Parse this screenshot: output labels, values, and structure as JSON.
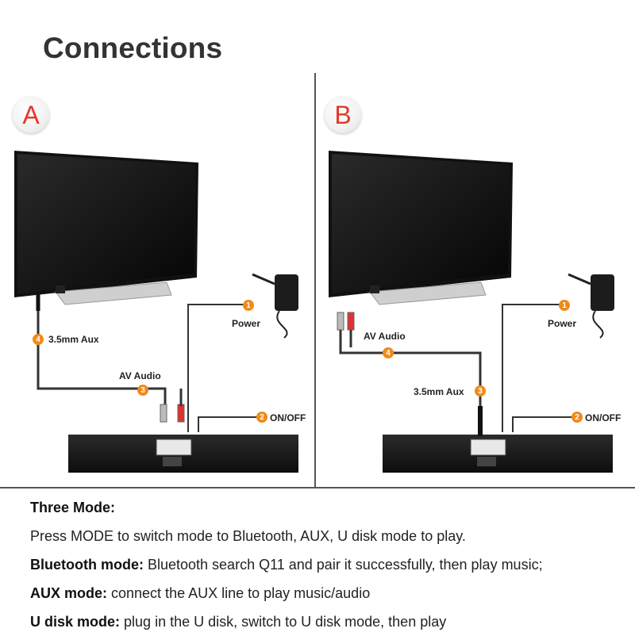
{
  "title": "Connections",
  "panels": [
    {
      "letter": "A",
      "labels": {
        "aux": "3.5mm Aux",
        "av": "AV Audio",
        "power": "Power",
        "onoff": "ON/OFF"
      },
      "badges": {
        "aux": "4",
        "av": "3",
        "power": "1",
        "onoff": "2"
      }
    },
    {
      "letter": "B",
      "labels": {
        "av": "AV Audio",
        "aux": "3.5mm Aux",
        "power": "Power",
        "onoff": "ON/OFF"
      },
      "badges": {
        "av": "4",
        "aux": "3",
        "power": "1",
        "onoff": "2"
      }
    }
  ],
  "modes": {
    "heading": "Three Mode:",
    "intro": "Press MODE to switch mode to Bluetooth, AUX, U disk mode to play.",
    "items": [
      {
        "name": "Bluetooth mode:",
        "desc": " Bluetooth search Q11 and pair it successfully, then play music;"
      },
      {
        "name": "AUX mode:",
        "desc": " connect the AUX line to play music/audio"
      },
      {
        "name": "U disk mode:",
        "desc": " plug in the U disk, switch to U disk mode, then play"
      }
    ]
  },
  "colors": {
    "badge": "#f08a1a",
    "letter": "#e8352a",
    "device": "#1a1a1a",
    "cable": "#333333"
  }
}
